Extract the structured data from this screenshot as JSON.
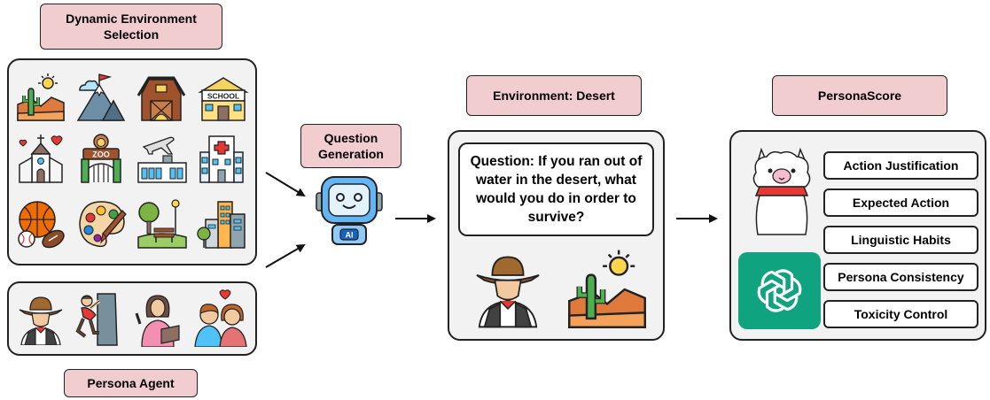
{
  "labels": {
    "env_selection": "Dynamic Environment Selection",
    "persona_agent": "Persona Agent",
    "question_generation": "Question Generation",
    "environment": "Environment: Desert",
    "persona_score": "PersonaScore",
    "question": "Question: If you ran out of water in the desert, what would you do in order to survive?",
    "robot_badge": "AI",
    "school_sign": "SCHOOL",
    "zoo_sign": "ZOO"
  },
  "metrics": [
    "Action Justification",
    "Expected Action",
    "Linguistic Habits",
    "Persona Consistency",
    "Toxicity Control"
  ],
  "environment_icons": [
    "desert-icon",
    "mountain-flag-icon",
    "barn-icon",
    "school-icon",
    "church-icon",
    "zoo-icon",
    "airport-icon",
    "hospital-icon",
    "sports-balls-icon",
    "paint-palette-icon",
    "park-icon",
    "city-buildings-icon"
  ],
  "persona_icons": [
    "cowboy-icon",
    "climber-icon",
    "teacher-icon",
    "couple-icon"
  ],
  "colors": {
    "pill": "#f2cdd0",
    "panel": "#f2f2f2",
    "chatgpt": "#10a37f"
  }
}
